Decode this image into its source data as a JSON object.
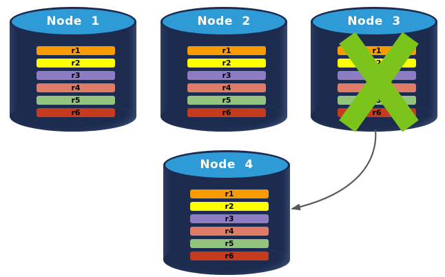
{
  "diagram": {
    "nodes": [
      {
        "label": "Node 1",
        "failed": false
      },
      {
        "label": "Node 2",
        "failed": false
      },
      {
        "label": "Node 3",
        "failed": true
      },
      {
        "label": "Node 4",
        "failed": false
      }
    ],
    "rows": [
      {
        "label": "r1",
        "color": "#F89B00"
      },
      {
        "label": "r2",
        "color": "#FDFF00"
      },
      {
        "label": "r3",
        "color": "#8E7CC3"
      },
      {
        "label": "r4",
        "color": "#DF7C68"
      },
      {
        "label": "r5",
        "color": "#93C47D"
      },
      {
        "label": "r6",
        "color": "#C63A20"
      }
    ],
    "arrow": {
      "from": "Node 3",
      "to": "Node 4"
    },
    "colors": {
      "cylinder_body": "#1C2B4E",
      "cylinder_top": "#2E9BD6",
      "row_text": "#000000",
      "cross": "#7CC41C",
      "arrow": "#595959",
      "background": "#FFFFFF"
    }
  }
}
